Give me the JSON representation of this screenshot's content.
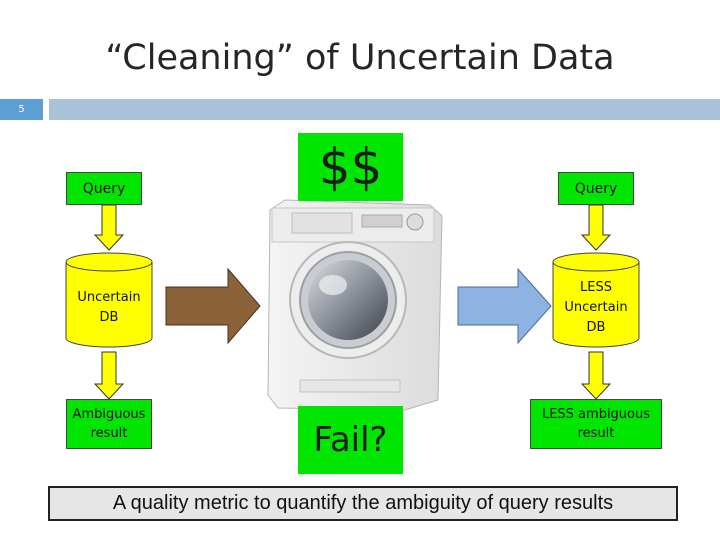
{
  "title": "“Cleaning” of Uncertain Data",
  "slide_number": "5",
  "left": {
    "query": "Query",
    "db": "Uncertain DB",
    "result_line1": "Ambiguous",
    "result_line2": "result"
  },
  "center": {
    "top_label": "$$",
    "bottom_label": "Fail?",
    "machine_icon": "washing-machine-icon"
  },
  "right": {
    "query": "Query",
    "db_line1": "LESS",
    "db_line2": "Uncertain",
    "db_line3": "DB",
    "result_line1": "LESS ambiguous",
    "result_line2": "result"
  },
  "metric": "A quality metric to quantify the ambiguity of query results",
  "colors": {
    "green": "#00e600",
    "yellow": "#ffff00",
    "brown_arrow": "#8c6239",
    "blue_arrow": "#8db3e2",
    "accent": "#5e9fd2"
  }
}
